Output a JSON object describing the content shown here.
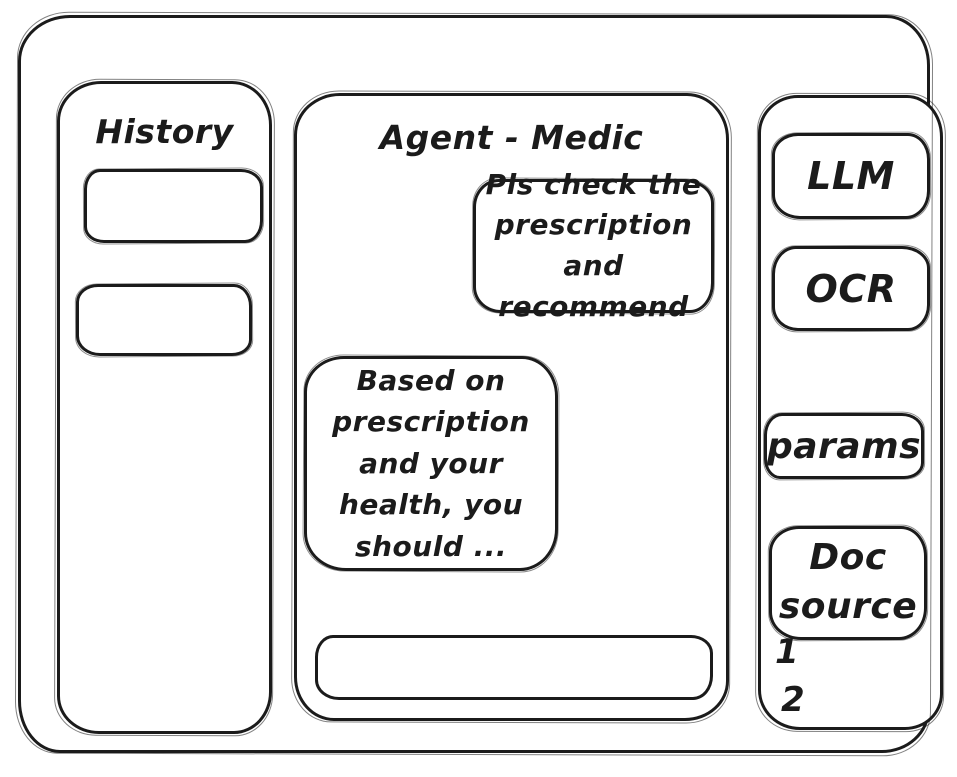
{
  "window": {
    "ink_color": "#1b1b1b",
    "background_color": "#ffffff"
  },
  "history_panel": {
    "title": "History",
    "items": [
      {
        "label": ""
      },
      {
        "label": ""
      }
    ]
  },
  "chat_panel": {
    "title": "Agent - Medic",
    "messages": [
      {
        "role": "user",
        "text": "Pls check the\nprescription\nand recommend"
      },
      {
        "role": "assistant",
        "text": "Based on\nprescription\nand your\nhealth, you\nshould ..."
      }
    ],
    "input": {
      "value": "",
      "placeholder": ""
    }
  },
  "tools_panel": {
    "buttons": [
      {
        "id": "llm",
        "label": "LLM"
      },
      {
        "id": "ocr",
        "label": "OCR"
      },
      {
        "id": "params",
        "label": "params"
      },
      {
        "id": "doc-source",
        "label": "Doc\nsource"
      }
    ],
    "doc_source_items": [
      "1",
      "2"
    ]
  }
}
